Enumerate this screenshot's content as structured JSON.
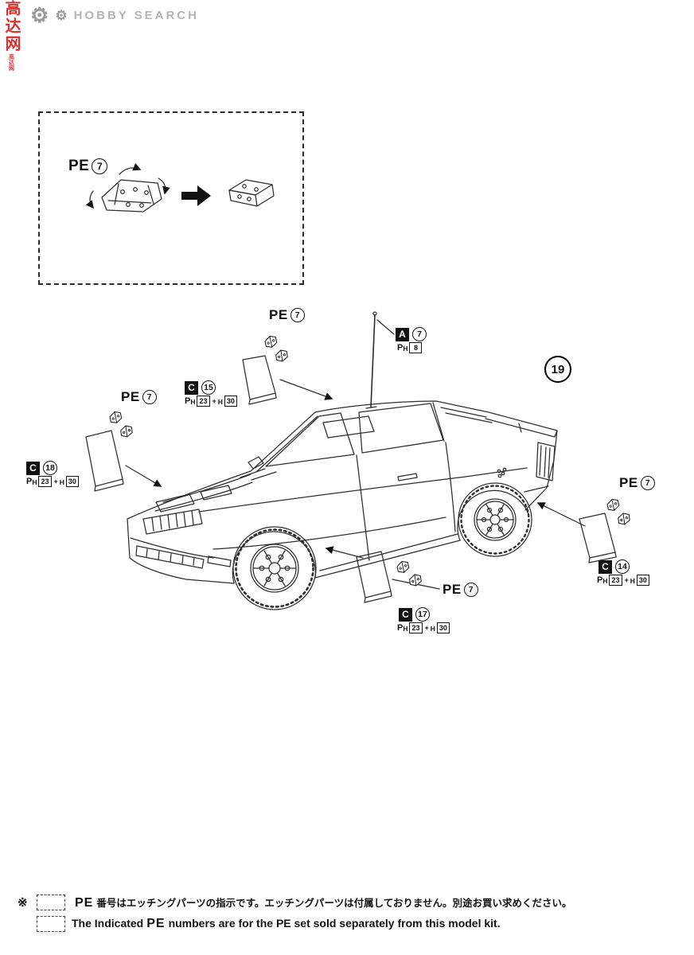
{
  "header": {
    "brand": "HOBBY SEARCH"
  },
  "watermark": {
    "text": "高达网"
  },
  "pe": {
    "text": "PE",
    "num": "7"
  },
  "badge": {
    "num": "19"
  },
  "parts": {
    "a": {
      "letter": "A",
      "num": "7"
    },
    "c15": {
      "letter": "C",
      "num": "15"
    },
    "c18": {
      "letter": "C",
      "num": "18"
    },
    "c14": {
      "letter": "C",
      "num": "14"
    },
    "c17": {
      "letter": "C",
      "num": "17"
    },
    "paint": {
      "p": "P",
      "h": "H",
      "v1": "23",
      "plus": "+",
      "h2": "H",
      "v2": "30"
    },
    "paint_a": {
      "p": "P",
      "h": "H",
      "v": "8"
    }
  },
  "footer": {
    "asterisk": "※",
    "pe": "PE",
    "jp": "番号はエッチングパーツの指示です。エッチングパーツは付属しておりません。別途お買い求めください。",
    "en_pre": "The Indicated",
    "en_post": "numbers are for the PE set sold separately from this model kit."
  }
}
